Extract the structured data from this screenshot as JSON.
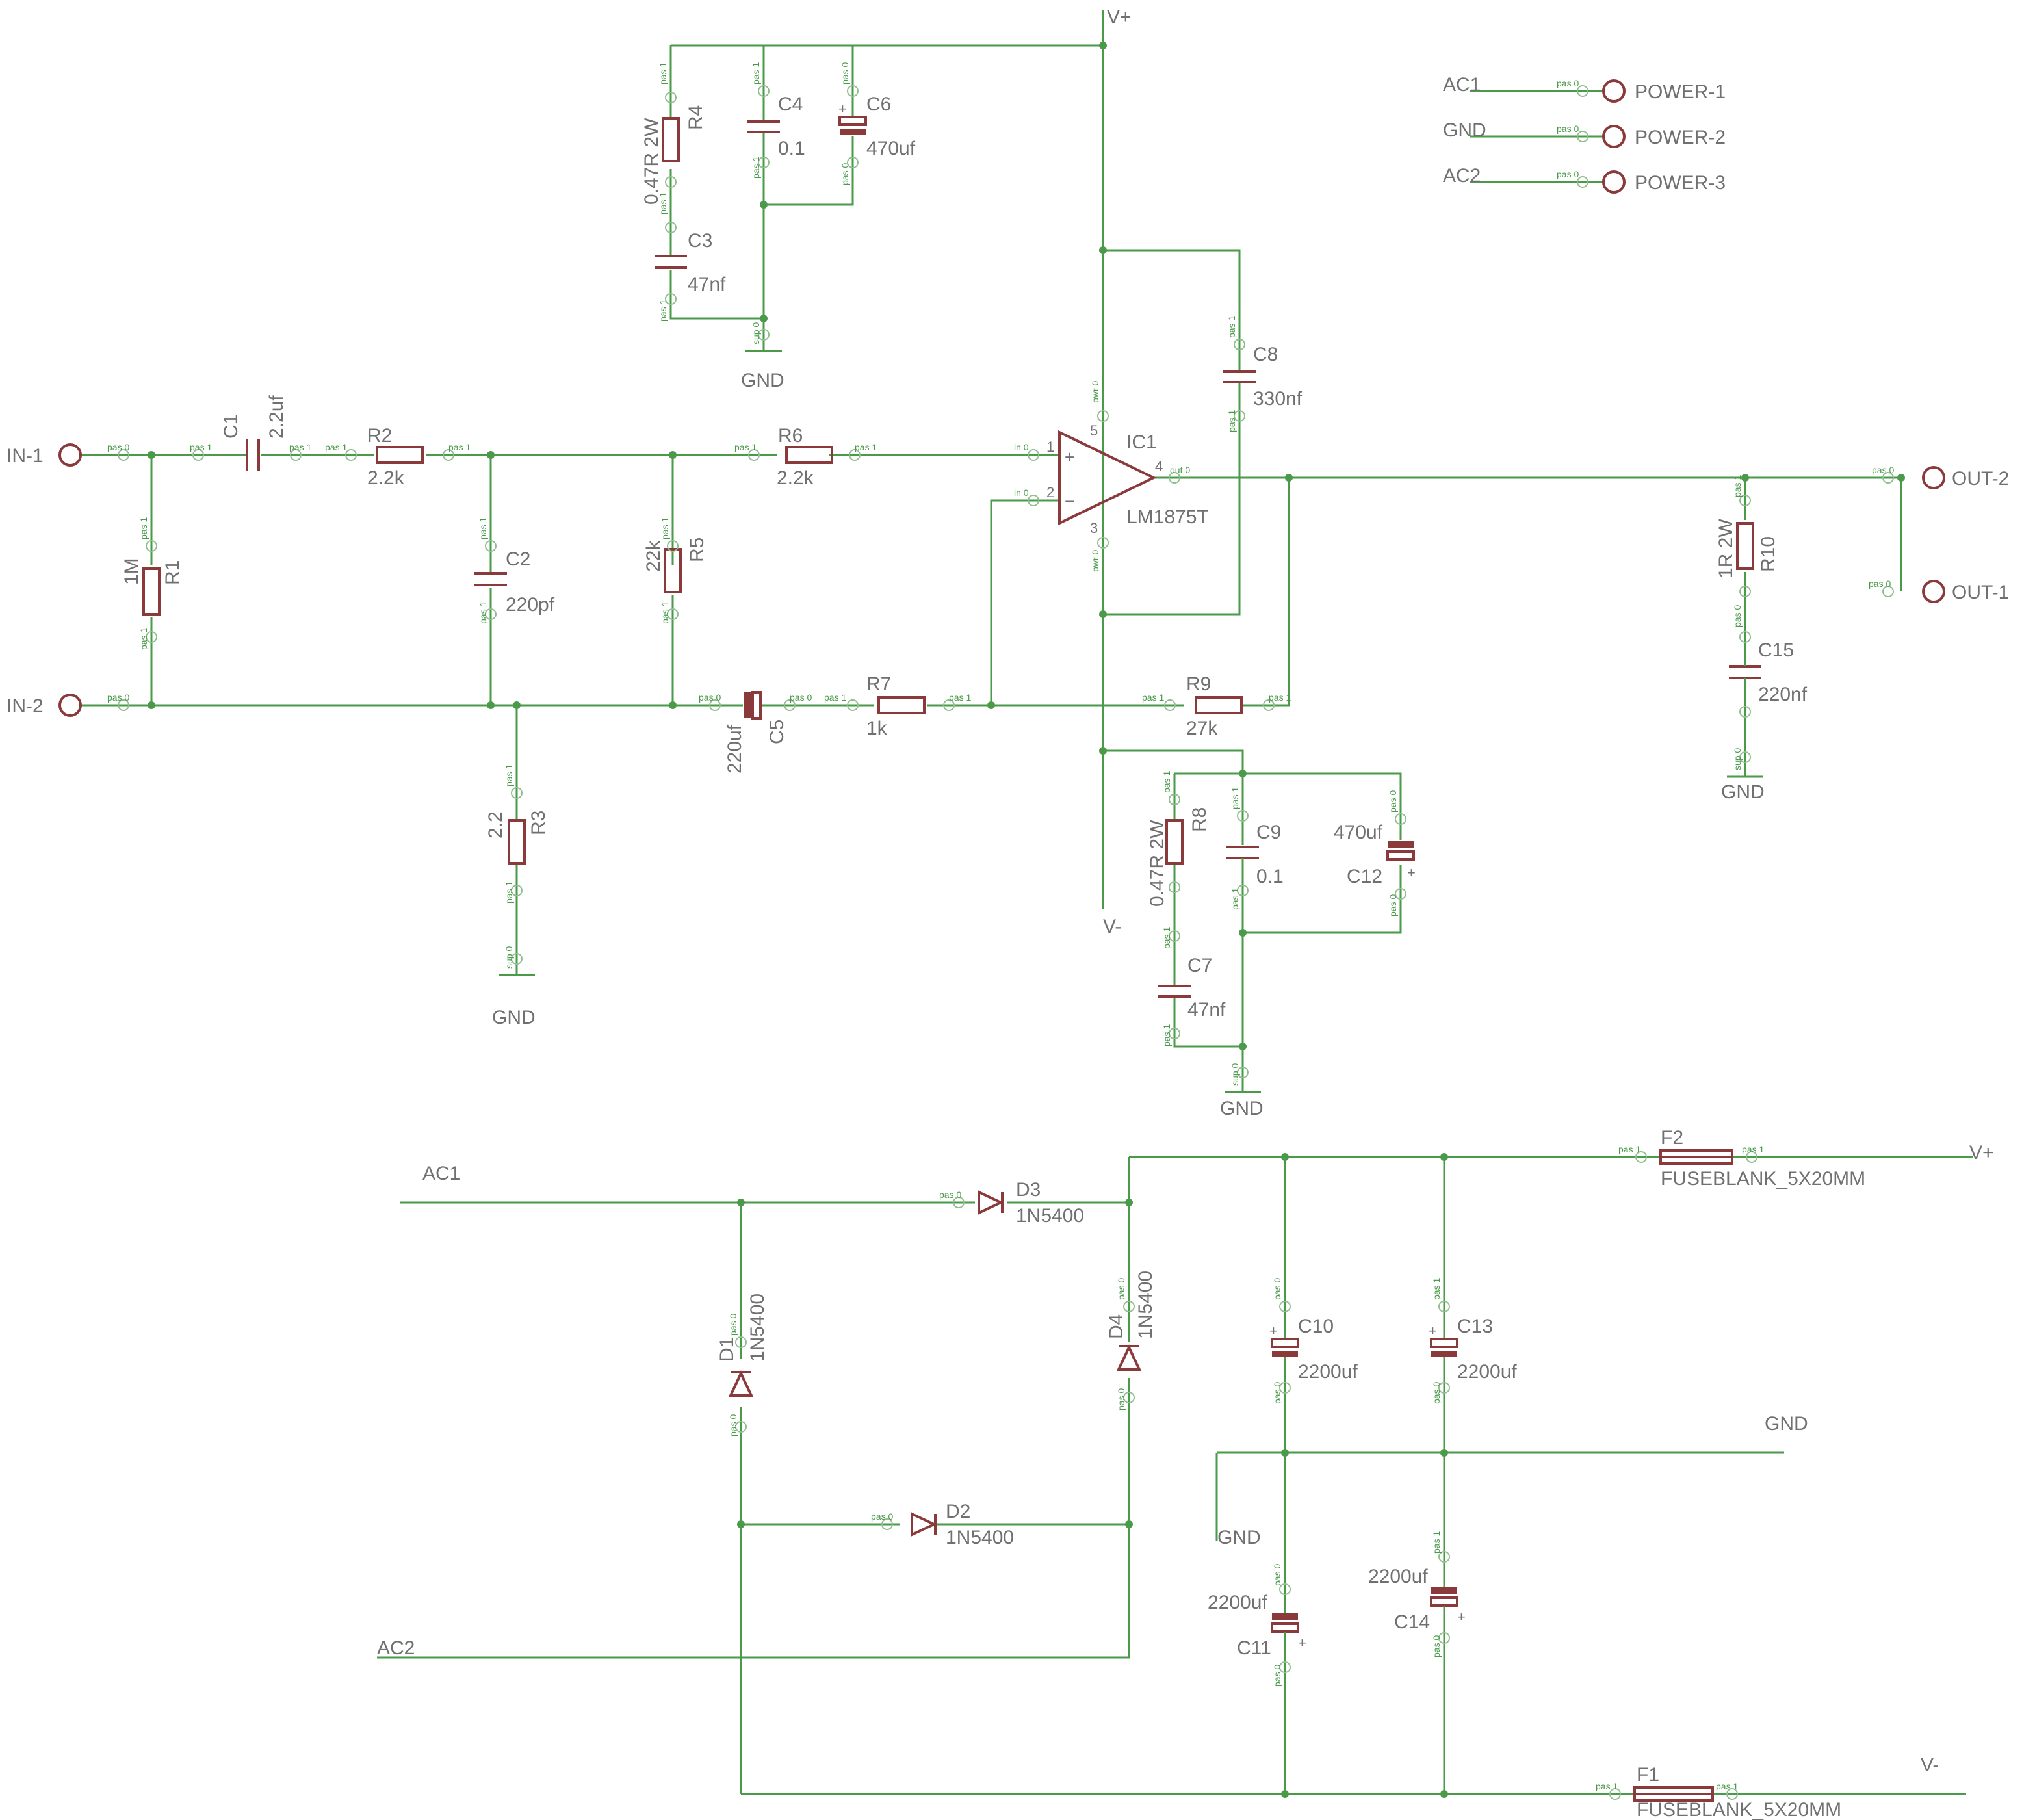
{
  "supply": {
    "vplus": "V+",
    "vminus": "V-"
  },
  "gnd": "GND",
  "connectors": {
    "in1": "IN-1",
    "in2": "IN-2",
    "out2": "OUT-2",
    "out1": "OUT-1",
    "power1": "POWER-1",
    "power2": "POWER-2",
    "power3": "POWER-3",
    "ac1": "AC1",
    "ac2": "AC2"
  },
  "components": {
    "R1": {
      "name": "R1",
      "value": "1M"
    },
    "R2": {
      "name": "R2",
      "value": "2.2k"
    },
    "R3": {
      "name": "R3",
      "value": "2.2"
    },
    "R4": {
      "name": "R4",
      "value": "0.47R 2W"
    },
    "R5": {
      "name": "R5",
      "value": "22k"
    },
    "R6": {
      "name": "R6",
      "value": "2.2k"
    },
    "R7": {
      "name": "R7",
      "value": "1k"
    },
    "R8": {
      "name": "R8",
      "value": "0.47R 2W"
    },
    "R9": {
      "name": "R9",
      "value": "27k"
    },
    "R10": {
      "name": "R10",
      "value": "1R 2W"
    },
    "C1": {
      "name": "C1",
      "value": "2.2uf"
    },
    "C2": {
      "name": "C2",
      "value": "220pf"
    },
    "C3": {
      "name": "C3",
      "value": "47nf"
    },
    "C4": {
      "name": "C4",
      "value": "0.1"
    },
    "C5": {
      "name": "C5",
      "value": "220uf"
    },
    "C6": {
      "name": "C6",
      "value": "470uf"
    },
    "C7": {
      "name": "C7",
      "value": "47nf"
    },
    "C8": {
      "name": "C8",
      "value": "330nf"
    },
    "C9": {
      "name": "C9",
      "value": "0.1"
    },
    "C10": {
      "name": "C10",
      "value": "2200uf"
    },
    "C11": {
      "name": "C11",
      "value": "2200uf"
    },
    "C12": {
      "name": "C12",
      "value": "470uf"
    },
    "C13": {
      "name": "C13",
      "value": "2200uf"
    },
    "C14": {
      "name": "C14",
      "value": "2200uf"
    },
    "C15": {
      "name": "C15",
      "value": "220nf"
    },
    "IC1": {
      "name": "IC1",
      "value": "LM1875T",
      "pin1": "1",
      "pin2": "2",
      "pin3": "3",
      "pin4": "4",
      "pin5": "5"
    },
    "D1": {
      "name": "D1",
      "value": "1N5400"
    },
    "D2": {
      "name": "D2",
      "value": "1N5400"
    },
    "D3": {
      "name": "D3",
      "value": "1N5400"
    },
    "D4": {
      "name": "D4",
      "value": "1N5400"
    },
    "F1": {
      "name": "F1",
      "value": "FUSEBLANK_5X20MM"
    },
    "F2": {
      "name": "F2",
      "value": "FUSEBLANK_5X20MM"
    }
  },
  "pins": {
    "pas0": "pas 0",
    "pas1": "pas 1",
    "sup0": "sup 0",
    "pwr0": "pwr 0",
    "in0": "in 0",
    "out0": "out 0",
    "vplus_pin": "V+",
    "vminus_pin": "V-",
    "plus": "+",
    "minus": "−"
  }
}
